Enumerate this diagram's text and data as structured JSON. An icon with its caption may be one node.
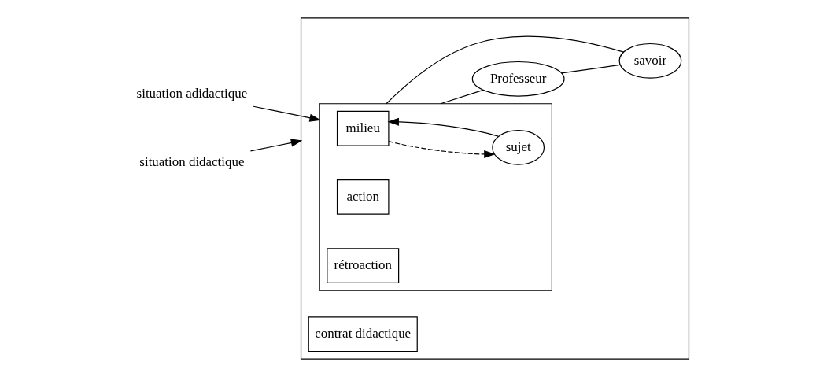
{
  "diagram": {
    "nodes": [
      {
        "text": [
          "situation adidactique"
        ]
      },
      {
        "text": [
          "situation didactique"
        ]
      },
      {
        "text": [],
        "shape": "box"
      },
      {
        "text": [],
        "shape": "box",
        "in": 2
      },
      {
        "text": [
          "milieu"
        ],
        "in": 3
      },
      {
        "text": [
          "action"
        ],
        "in": 3
      },
      {
        "text": [
          "sujet"
        ],
        "in": 3
      },
      {
        "text": [
          "rétroaction"
        ],
        "in": 3
      },
      {
        "text": [
          "Professeur"
        ],
        "in": 2
      },
      {
        "text": [
          "savoir"
        ],
        "in": 2
      },
      {
        "text": [
          "contrat didactique"
        ],
        "in": 2
      }
    ],
    "edges": [
      {
        "from": 0,
        "to": 3,
        "arrow": "to"
      },
      {
        "from": 1,
        "to": 2,
        "arrow": "to"
      },
      {
        "from": 6,
        "to": 4,
        "arrow": "to"
      },
      {
        "from": 4,
        "to": 6,
        "arrow": "to",
        "style": "dashed"
      },
      {
        "from": 3,
        "to": 8,
        "arrow": "none"
      },
      {
        "from": 3,
        "to": 9,
        "arrow": "none"
      },
      {
        "from": 8,
        "to": 9,
        "arrow": "none"
      }
    ]
  }
}
